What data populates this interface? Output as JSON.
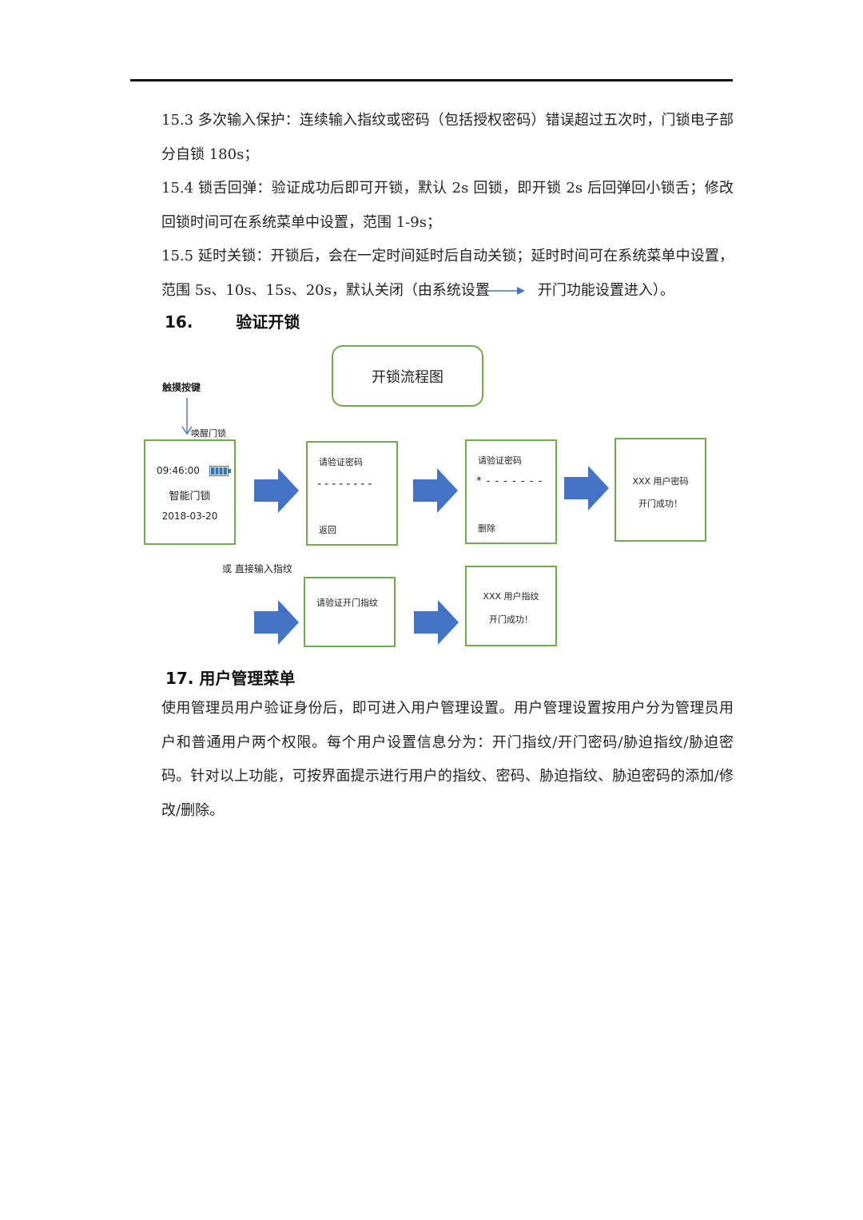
{
  "paragraphs": {
    "p153": "15.3 多次输入保护：连续输入指纹或密码（包括授权密码）错误超过五次时，门锁电子部分自锁 180s；",
    "p154": "15.4 锁舌回弹：验证成功后即可开锁，默认 2s 回锁，即开锁 2s 后回弹回小锁舌；修改回锁时间可在系统菜单中设置，范围 1-9s；",
    "p155_a": "15.5 延时关锁：开锁后，会在一定时间延时后自动关锁；延时时间可在系统菜单中设置，范围 5s、10s、15s、20s，默认关闭（由系统设置",
    "p155_b": "开门功能设置进入）。"
  },
  "section16": {
    "number": "16.",
    "title": "验证开锁"
  },
  "flowchart": {
    "title": "开锁流程图",
    "trigger_label": "触摸按键",
    "wake_label": "唤醒门锁",
    "alt_label": "或 直接输入指纹",
    "home_screen": {
      "time": "09:46:00",
      "name": "智能门锁",
      "date": "2018-03-20"
    },
    "password_screen": {
      "prompt": "请验证密码",
      "dashes": "--------",
      "back": "返回"
    },
    "password_entry_screen": {
      "prompt": "请验证密码",
      "entry": "* - - - - - - -",
      "delete": "删除"
    },
    "password_success": {
      "line1": "XXX 用户密码",
      "line2": "开门成功！"
    },
    "fingerprint_screen": {
      "prompt": "请验证开门指纹"
    },
    "fingerprint_success": {
      "line1": "XXX 用户指纹",
      "line2": "开门成功！"
    },
    "colors": {
      "box_border": "#70ad47",
      "arrow_fill": "#4472c4",
      "battery": "#2e75b6"
    }
  },
  "section17": {
    "title": "17. 用户管理菜单",
    "body": "使用管理员用户验证身份后，即可进入用户管理设置。用户管理设置按用户分为管理员用户和普通用户两个权限。每个用户设置信息分为：开门指纹/开门密码/胁迫指纹/胁迫密码。针对以上功能，可按界面提示进行用户的指纹、密码、胁迫指纹、胁迫密码的添加/修改/删除。"
  }
}
